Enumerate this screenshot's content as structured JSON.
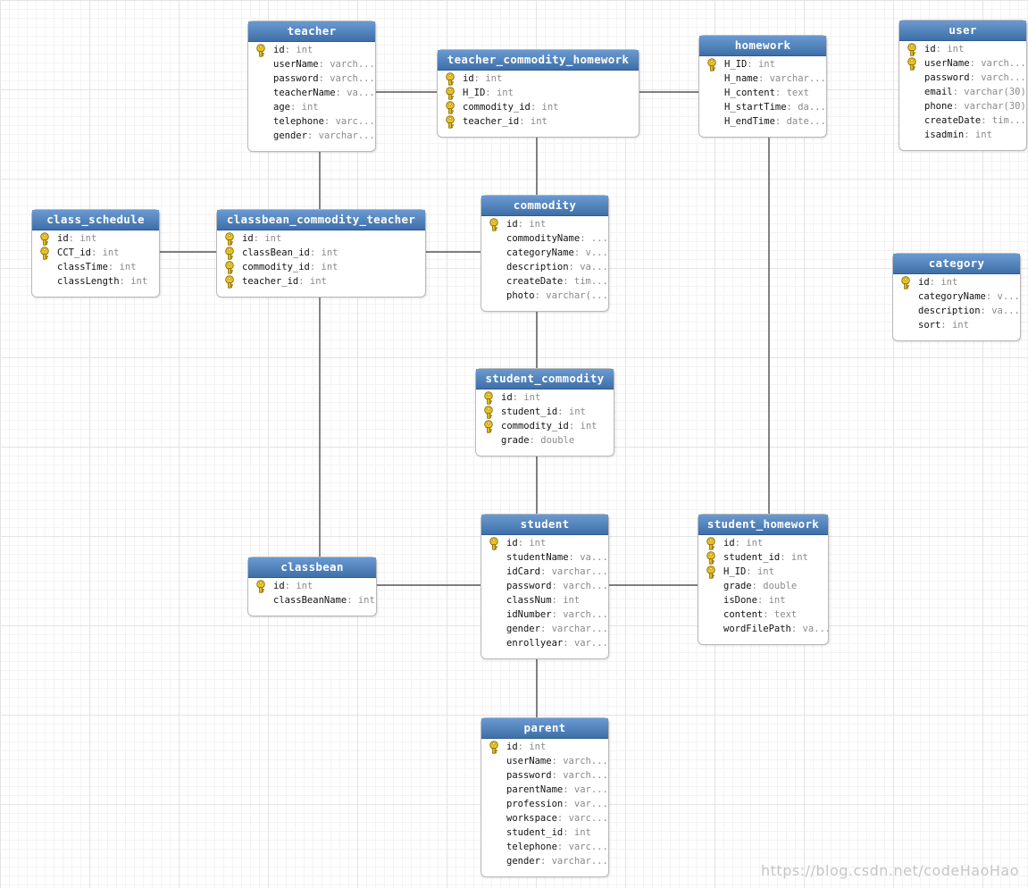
{
  "colors": {
    "header": "#4a7bb5",
    "key": "#e9c322",
    "edge": "#333333"
  },
  "key_icon": "key-icon",
  "watermark": "https://blog.csdn.net/codeHaoHao",
  "tables": [
    {
      "id": "teacher",
      "title": "teacher",
      "fields": [
        {
          "name": "id",
          "type": "int",
          "key": true
        },
        {
          "name": "userName",
          "type": "varch..."
        },
        {
          "name": "password",
          "type": "varch..."
        },
        {
          "name": "teacherName",
          "type": "va..."
        },
        {
          "name": "age",
          "type": "int"
        },
        {
          "name": "telephone",
          "type": "varc..."
        },
        {
          "name": "gender",
          "type": "varchar..."
        }
      ]
    },
    {
      "id": "teacher_commodity_homework",
      "title": "teacher_commodity_homework",
      "fields": [
        {
          "name": "id",
          "type": "int",
          "key": true
        },
        {
          "name": "H_ID",
          "type": "int",
          "key": true
        },
        {
          "name": "commodity_id",
          "type": "int",
          "key": true
        },
        {
          "name": "teacher_id",
          "type": "int",
          "key": true
        }
      ]
    },
    {
      "id": "homework",
      "title": "homework",
      "fields": [
        {
          "name": "H_ID",
          "type": "int",
          "key": true
        },
        {
          "name": "H_name",
          "type": "varchar..."
        },
        {
          "name": "H_content",
          "type": "text"
        },
        {
          "name": "H_startTime",
          "type": "da..."
        },
        {
          "name": "H_endTime",
          "type": "date..."
        }
      ]
    },
    {
      "id": "user",
      "title": "user",
      "fields": [
        {
          "name": "id",
          "type": "int",
          "key": true
        },
        {
          "name": "userName",
          "type": "varch...",
          "key": true
        },
        {
          "name": "password",
          "type": "varch..."
        },
        {
          "name": "email",
          "type": "varchar(30)"
        },
        {
          "name": "phone",
          "type": "varchar(30)"
        },
        {
          "name": "createDate",
          "type": "tim..."
        },
        {
          "name": "isadmin",
          "type": "int"
        }
      ]
    },
    {
      "id": "class_schedule",
      "title": "class_schedule",
      "fields": [
        {
          "name": "id",
          "type": "int",
          "key": true
        },
        {
          "name": "CCT_id",
          "type": "int",
          "key": true
        },
        {
          "name": "classTime",
          "type": "int"
        },
        {
          "name": "classLength",
          "type": "int"
        }
      ]
    },
    {
      "id": "classbean_commodity_teacher",
      "title": "classbean_commodity_teacher",
      "fields": [
        {
          "name": "id",
          "type": "int",
          "key": true
        },
        {
          "name": "classBean_id",
          "type": "int",
          "key": true
        },
        {
          "name": "commodity_id",
          "type": "int",
          "key": true
        },
        {
          "name": "teacher_id",
          "type": "int",
          "key": true
        }
      ]
    },
    {
      "id": "commodity",
      "title": "commodity",
      "fields": [
        {
          "name": "id",
          "type": "int",
          "key": true
        },
        {
          "name": "commodityName",
          "type": "..."
        },
        {
          "name": "categoryName",
          "type": "v..."
        },
        {
          "name": "description",
          "type": "va..."
        },
        {
          "name": "createDate",
          "type": "tim..."
        },
        {
          "name": "photo",
          "type": "varchar(..."
        }
      ]
    },
    {
      "id": "category",
      "title": "category",
      "fields": [
        {
          "name": "id",
          "type": "int",
          "key": true
        },
        {
          "name": "categoryName",
          "type": "v..."
        },
        {
          "name": "description",
          "type": "va..."
        },
        {
          "name": "sort",
          "type": "int"
        }
      ]
    },
    {
      "id": "student_commodity",
      "title": "student_commodity",
      "fields": [
        {
          "name": "id",
          "type": "int",
          "key": true
        },
        {
          "name": "student_id",
          "type": "int",
          "key": true
        },
        {
          "name": "commodity_id",
          "type": "int",
          "key": true
        },
        {
          "name": "grade",
          "type": "double"
        }
      ]
    },
    {
      "id": "student",
      "title": "student",
      "fields": [
        {
          "name": "id",
          "type": "int",
          "key": true
        },
        {
          "name": "studentName",
          "type": "va..."
        },
        {
          "name": "idCard",
          "type": "varchar..."
        },
        {
          "name": "password",
          "type": "varch..."
        },
        {
          "name": "classNum",
          "type": "int"
        },
        {
          "name": "idNumber",
          "type": "varch..."
        },
        {
          "name": "gender",
          "type": "varchar..."
        },
        {
          "name": "enrollyear",
          "type": "var..."
        }
      ]
    },
    {
      "id": "student_homework",
      "title": "student_homework",
      "fields": [
        {
          "name": "id",
          "type": "int",
          "key": true
        },
        {
          "name": "student_id",
          "type": "int",
          "key": true
        },
        {
          "name": "H_ID",
          "type": "int",
          "key": true
        },
        {
          "name": "grade",
          "type": "double"
        },
        {
          "name": "isDone",
          "type": "int"
        },
        {
          "name": "content",
          "type": "text"
        },
        {
          "name": "wordFilePath",
          "type": "va..."
        }
      ]
    },
    {
      "id": "classbean",
      "title": "classbean",
      "fields": [
        {
          "name": "id",
          "type": "int",
          "key": true
        },
        {
          "name": "classBeanName",
          "type": "int"
        }
      ]
    },
    {
      "id": "parent",
      "title": "parent",
      "fields": [
        {
          "name": "id",
          "type": "int",
          "key": true
        },
        {
          "name": "userName",
          "type": "varch..."
        },
        {
          "name": "password",
          "type": "varch..."
        },
        {
          "name": "parentName",
          "type": "var..."
        },
        {
          "name": "profession",
          "type": "var..."
        },
        {
          "name": "workspace",
          "type": "varc..."
        },
        {
          "name": "student_id",
          "type": "int"
        },
        {
          "name": "telephone",
          "type": "varc..."
        },
        {
          "name": "gender",
          "type": "varchar..."
        }
      ]
    }
  ],
  "relations": [
    {
      "from": "teacher",
      "to": "teacher_commodity_homework"
    },
    {
      "from": "teacher_commodity_homework",
      "to": "homework"
    },
    {
      "from": "teacher",
      "to": "classbean_commodity_teacher"
    },
    {
      "from": "teacher_commodity_homework",
      "to": "commodity"
    },
    {
      "from": "class_schedule",
      "to": "classbean_commodity_teacher"
    },
    {
      "from": "classbean_commodity_teacher",
      "to": "commodity"
    },
    {
      "from": "classbean_commodity_teacher",
      "to": "classbean"
    },
    {
      "from": "commodity",
      "to": "student_commodity"
    },
    {
      "from": "student_commodity",
      "to": "student"
    },
    {
      "from": "homework",
      "to": "student_homework"
    },
    {
      "from": "classbean",
      "to": "student"
    },
    {
      "from": "student",
      "to": "student_homework"
    },
    {
      "from": "student",
      "to": "parent"
    }
  ]
}
